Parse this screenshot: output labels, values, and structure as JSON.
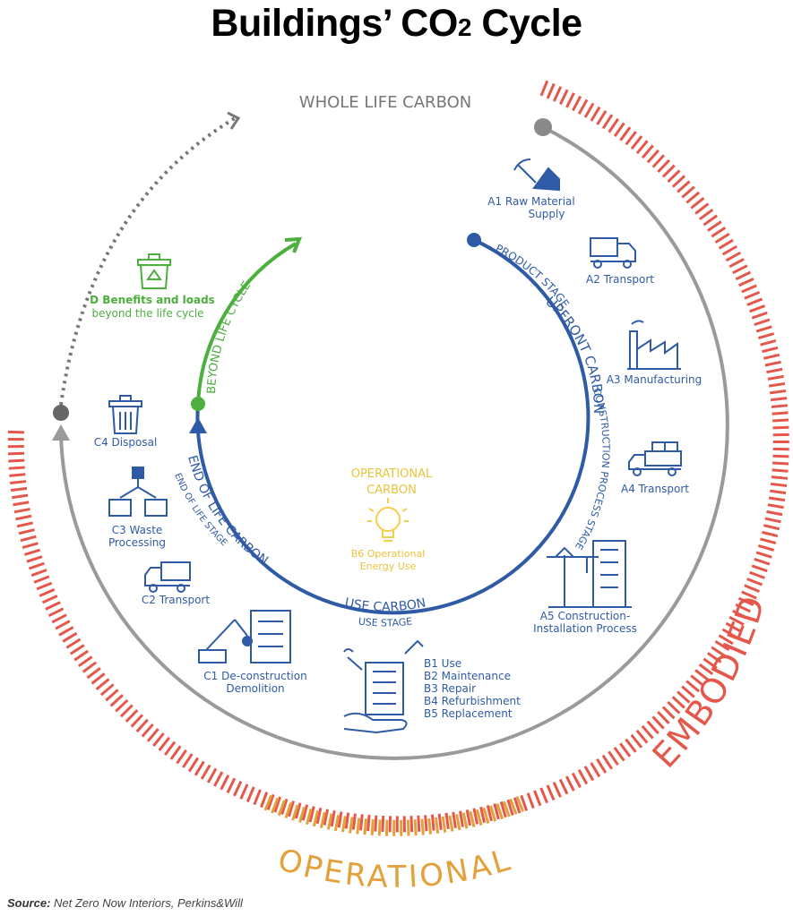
{
  "title": {
    "main": "Buildings’ CO",
    "subscript": "2",
    "suffix": " Cycle"
  },
  "outer": {
    "whole_life": "WHOLE LIFE CARBON",
    "embodied": "EMBODIED",
    "operational": "OPERATIONAL"
  },
  "inner_arcs": {
    "product_stage": "PRODUCT STAGE",
    "upfront_carbon": "UPFRONT CARBON",
    "construction_process_stage": "CONSTRUCTION PROCESS STAGE",
    "use_carbon": "USE CARBON",
    "use_stage": "USE STAGE",
    "end_of_life_carbon": "END OF LIFE CARBON",
    "end_of_life_stage": "END OF LIFE STAGE",
    "beyond_life_cycle": "BEYOND LIFE CYCLE"
  },
  "center": {
    "operational_line1": "OPERATIONAL",
    "operational_line2": "CARBON",
    "b6_line1": "B6 Operational",
    "b6_line2": "Energy Use"
  },
  "stages": {
    "a1_line1": "A1 Raw Material",
    "a1_line2": "Supply",
    "a2": "A2 Transport",
    "a3": "A3 Manufacturing",
    "a4": "A4 Transport",
    "a5_line1": "A5 Construction-",
    "a5_line2": "Installation Process",
    "b_items": [
      "B1 Use",
      "B2 Maintenance",
      "B3 Repair",
      "B4 Refurbishment",
      "B5 Replacement"
    ],
    "c1_line1": "C1 De-construction",
    "c1_line2": "Demolition",
    "c2": "C2 Transport",
    "c3_line1": "C3 Waste",
    "c3_line2": "Processing",
    "c4": "C4 Disposal",
    "d_line1": "D Benefits and loads",
    "d_line2": "beyond the  life cycle"
  },
  "source": {
    "label": "Source:",
    "text": " Net Zero Now Interiors, Perkins&Will"
  },
  "colors": {
    "blue": "#2f5ba6",
    "green": "#4caf3e",
    "gray": "#9a9a9a",
    "red": "#e4574a",
    "orange": "#e3a13b",
    "yellow": "#f2d04b"
  }
}
